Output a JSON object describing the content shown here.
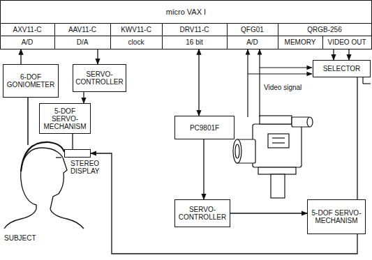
{
  "diagram": {
    "nodes": [
      {
        "text": [
          "micro VAX I"
        ]
      },
      {
        "text": [
          "AXV11-C",
          "A/D"
        ],
        "in": 0
      },
      {
        "text": [
          "AAV11-C",
          "D/A"
        ],
        "in": 0
      },
      {
        "text": [
          "KWV11-C",
          "clock"
        ],
        "in": 0
      },
      {
        "text": [
          "DRV11-C",
          "16 bit"
        ],
        "in": 0
      },
      {
        "text": [
          "QFG01",
          "A/D"
        ],
        "in": 0
      },
      {
        "text": [
          "QRGB-256"
        ],
        "in": 0
      },
      {
        "text": [
          "MEMORY"
        ],
        "in": 6
      },
      {
        "text": [
          "VIDEO OUT"
        ],
        "in": 6
      },
      {
        "text": [
          "6-DOF GONIOMETER"
        ]
      },
      {
        "text": [
          "SERVO-CONTROLLER"
        ]
      },
      {
        "text": [
          "SELECTOR"
        ]
      },
      {
        "text": [
          "5-DOF SERVO-MECHANISM"
        ]
      },
      {
        "text": [
          "PC9801F"
        ]
      },
      {
        "text": [
          "STEREO DISPLAY"
        ]
      },
      {
        "text": [
          "SERVO-CONTROLLER"
        ]
      },
      {
        "text": [
          "5-DOF SERVO-MECHANISM"
        ]
      }
    ],
    "edges": [
      {
        "from": 9,
        "to": 1,
        "arrow": "to"
      },
      {
        "from": 2,
        "to": 10,
        "arrow": "to"
      },
      {
        "from": 10,
        "to": 12,
        "arrow": "to"
      },
      {
        "from": 4,
        "to": 13,
        "arrow": "both"
      },
      {
        "from": 13,
        "to": 15,
        "arrow": "to"
      },
      {
        "from": 15,
        "to": 16,
        "arrow": "to"
      },
      {
        "from": 8,
        "to": 11,
        "arrow": "to"
      },
      {
        "from": 8,
        "to": 11,
        "arrow": "to"
      },
      {
        "from": 11,
        "to": 14,
        "arrow": "to"
      },
      {
        "from": 12,
        "to": 14,
        "arrow": "none"
      }
    ],
    "labels": [
      "Video signal",
      "SUBJECT"
    ]
  }
}
